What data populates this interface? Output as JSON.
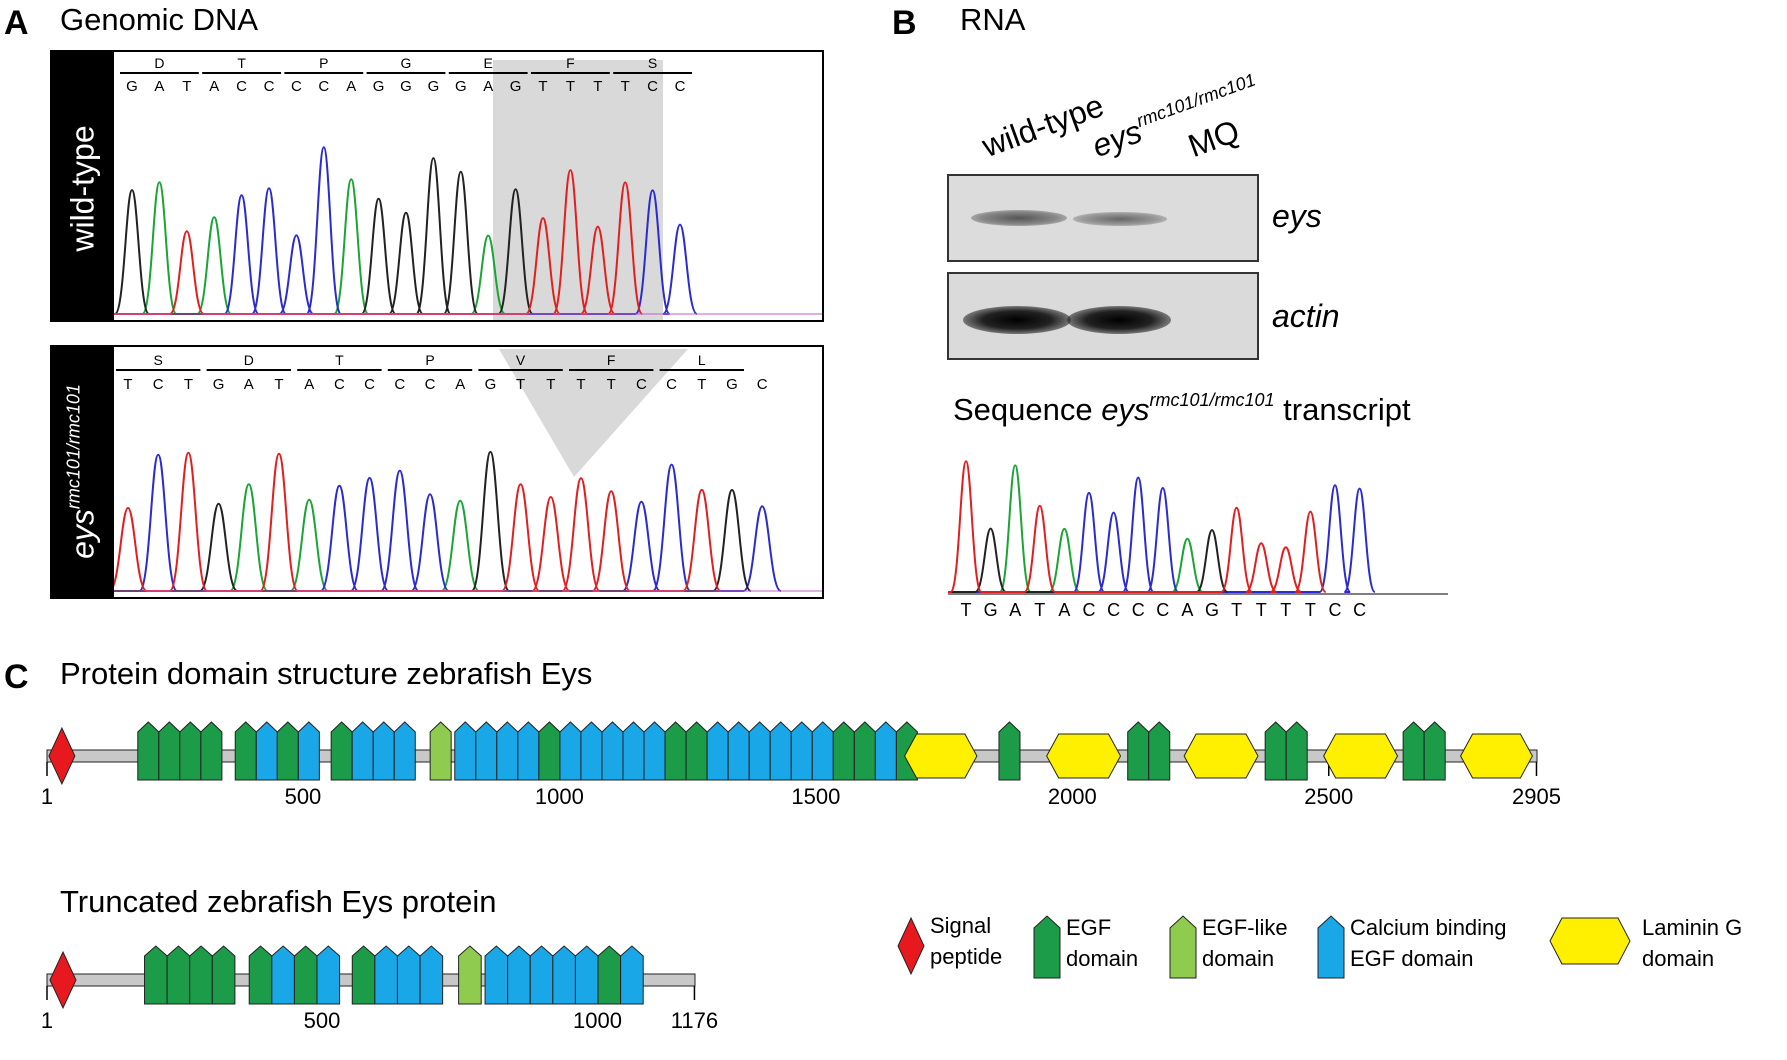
{
  "panel_a": {
    "letter": "A",
    "title": "Genomic DNA",
    "wt": {
      "side_label": "wild-type",
      "codons": [
        {
          "aa": "D",
          "bases": [
            "G",
            "A",
            "T"
          ]
        },
        {
          "aa": "T",
          "bases": [
            "A",
            "C",
            "C"
          ]
        },
        {
          "aa": "P",
          "bases": [
            "C",
            "C",
            "A"
          ]
        },
        {
          "aa": "G",
          "bases": [
            "G",
            "G",
            "G"
          ]
        },
        {
          "aa": "E",
          "bases": [
            "G",
            "A",
            "G"
          ]
        },
        {
          "aa": "F",
          "bases": [
            "T",
            "T",
            "T"
          ]
        },
        {
          "aa": "S",
          "bases": [
            "T",
            "C",
            "C"
          ]
        }
      ]
    },
    "mut": {
      "side_label_main": "eys",
      "side_label_sup": "rmc101/rmc101",
      "bases": [
        "T",
        "C",
        "T",
        "G",
        "A",
        "T",
        "A",
        "C",
        "C",
        "C",
        "C",
        "A",
        "G",
        "T",
        "T",
        "T",
        "T",
        "C",
        "C",
        "T",
        "G",
        "C"
      ],
      "codon_labels": [
        "S",
        "D",
        "T",
        "P",
        "V",
        "F",
        "L"
      ]
    }
  },
  "panel_b": {
    "letter": "B",
    "title": "RNA",
    "lanes": {
      "wt": "wild-type",
      "mut_main": "eys",
      "mut_sup": "rmc101/rmc101",
      "mq": "MQ"
    },
    "gel_labels": {
      "eys": "eys",
      "actin": "actin"
    },
    "seq_title_pre": "Sequence ",
    "seq_title_it": "eys",
    "seq_title_sup": "rmc101/rmc101",
    "seq_title_post": " transcript",
    "bases": [
      "T",
      "G",
      "A",
      "T",
      "A",
      "C",
      "C",
      "C",
      "C",
      "A",
      "G",
      "T",
      "T",
      "T",
      "T",
      "C",
      "C"
    ]
  },
  "panel_c": {
    "letter": "C",
    "title_full": "Protein domain structure zebrafish Eys",
    "title_trunc": "Truncated zebrafish Eys protein",
    "full_ticks": [
      "1",
      "500",
      "1000",
      "1500",
      "2000",
      "2500",
      "2905"
    ],
    "trunc_ticks": [
      "1",
      "500",
      "1000",
      "1176"
    ],
    "full_length": 2905,
    "trunc_length": 1176,
    "legend": [
      {
        "key": "signal",
        "line1": "Signal",
        "line2": "peptide"
      },
      {
        "key": "egf",
        "line1": "EGF",
        "line2": "domain"
      },
      {
        "key": "egflike",
        "line1": "EGF-like",
        "line2": "domain"
      },
      {
        "key": "caegf",
        "line1": "Calcium binding",
        "line2": "EGF domain"
      },
      {
        "key": "lamg",
        "line1": "Laminin G",
        "line2": "domain"
      }
    ],
    "colors": {
      "signal": "#e8191e",
      "egf": "#1c9b48",
      "egflike": "#8ecb4f",
      "caegf": "#1aa7e8",
      "lamg": "#fff000",
      "backbone": "#c8c8c8"
    }
  },
  "trace_colors": {
    "A": "#1aa535",
    "C": "#2b2bd0",
    "G": "#222222",
    "T": "#e02020"
  }
}
